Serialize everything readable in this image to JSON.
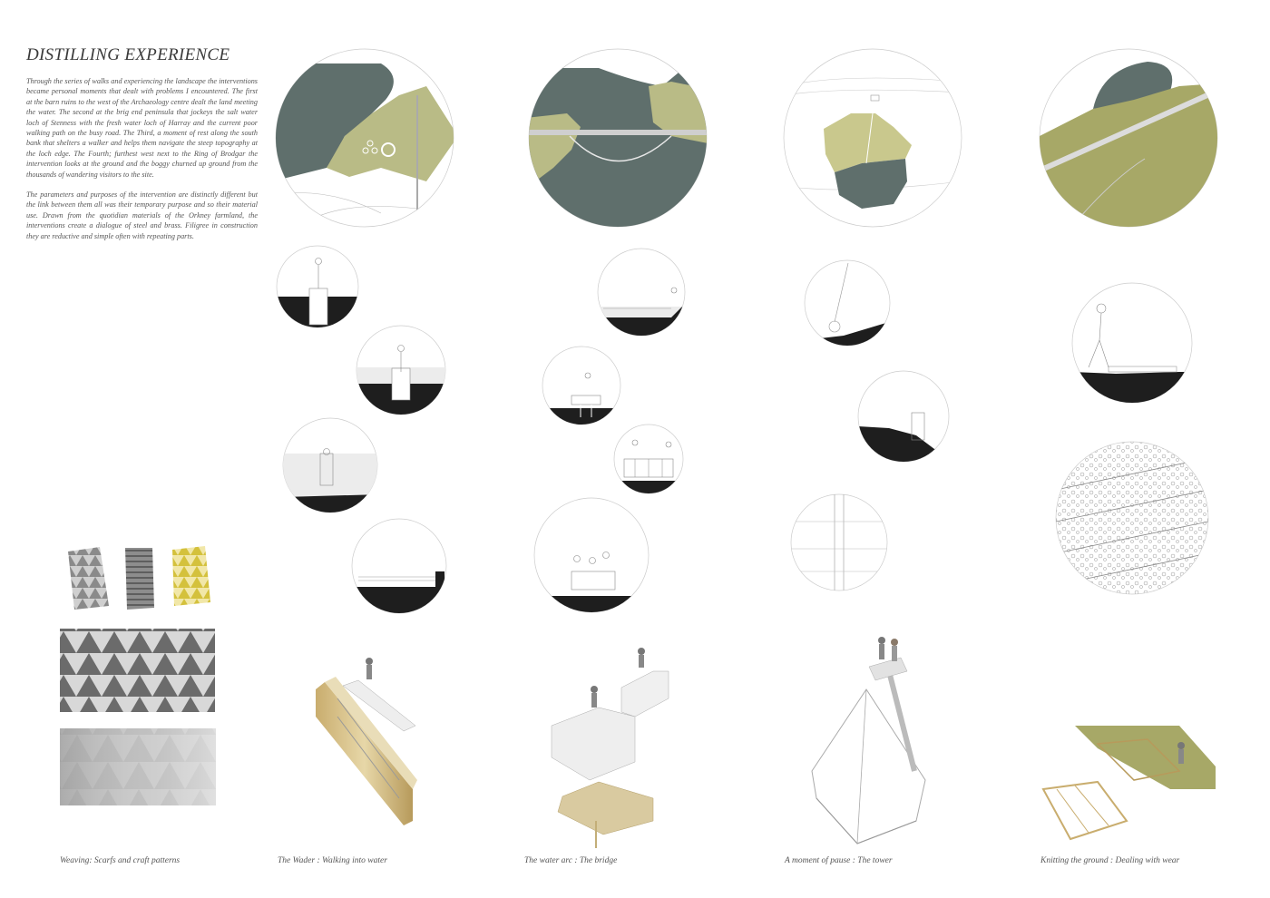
{
  "title": "DISTILLING EXPERIENCE",
  "paragraphs": [
    "Through the series of walks and experiencing the landscape the interventions became personal moments that dealt with problems I encountered. The first at the barn ruins to the west of the Archaeology centre dealt the land meeting the water. The second at the brig end peninsula that jockeys the salt water loch of Stenness with the fresh water loch of Harray and the current poor walking path on the busy road. The Third, a moment of rest along the south bank that shelters a walker and helps them navigate the steep topography at the loch edge. The Fourth; furthest west next to the Ring of Brodgar the intervention looks at the ground and the boggy churned up ground from the thousands of wandering visitors to the site.",
    "The parameters and purposes of the intervention are distinctly different but the link between them all was their temporary purpose and so their material use. Drawn from the quotidian materials of the Orkney farmland, the interventions create a dialogue of steel and brass. Filigree in construction they are reductive and simple often with repeating parts."
  ],
  "captions": {
    "weaving": "Weaving: Scarfs and craft patterns",
    "wader": "The Wader : Walking into water",
    "bridge": "The water arc : The bridge",
    "tower": "A moment of pause : The tower",
    "knitting": "Knitting the ground : Dealing with wear"
  },
  "colors": {
    "water": "#5f6f6c",
    "land": "#b9bb86",
    "ground": "#1e1e1e",
    "brass": "#d4c08a",
    "scarf_yellow": "#d9c847"
  }
}
